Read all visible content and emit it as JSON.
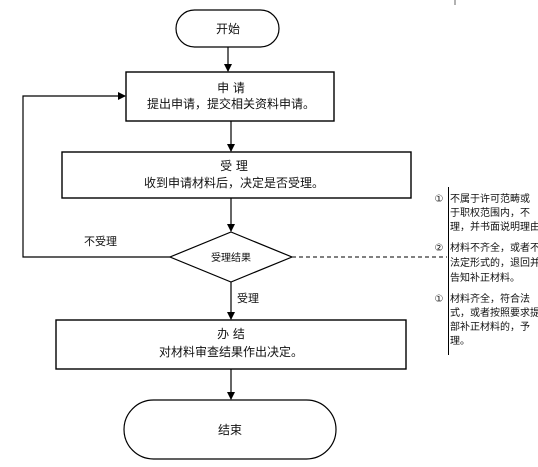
{
  "nodes": {
    "start": "开始",
    "apply_title": "申 请",
    "apply_desc": "提出申请，提交相关资料申请。",
    "accept_title": "受 理",
    "accept_desc": "收到申请材料后，决定是否受理。",
    "decision": "受理结果",
    "handle_title": "办 结",
    "handle_desc": "对材料审查结果作出决定。",
    "end": "结束"
  },
  "edges": {
    "reject_label": "不受理",
    "accept_label": "受理"
  },
  "note": {
    "items": [
      {
        "num": "①",
        "lines": [
          "不属于许可范畴或",
          "于职权范围内，不",
          "理，并书面说明理由"
        ]
      },
      {
        "num": "②",
        "lines": [
          "材料不齐全，或者不",
          "法定形式的，退回并",
          "告知补正材料。"
        ]
      },
      {
        "num": "①",
        "lines": [
          "材料齐全，符合法",
          "式，或者按照要求提",
          "部补正材料的，予",
          "理。"
        ]
      }
    ]
  }
}
